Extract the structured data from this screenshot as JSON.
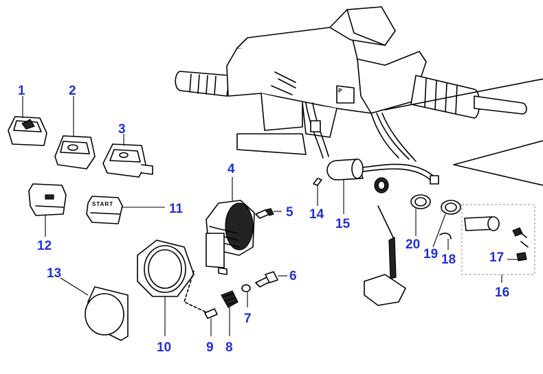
{
  "diagram": {
    "callouts": [
      "1",
      "2",
      "3",
      "4",
      "5",
      "6",
      "7",
      "8",
      "9",
      "10",
      "11",
      "12",
      "13",
      "14",
      "15",
      "16",
      "17",
      "18",
      "19",
      "20"
    ],
    "start_label": "START",
    "callout_color": "#1f2fd6"
  }
}
